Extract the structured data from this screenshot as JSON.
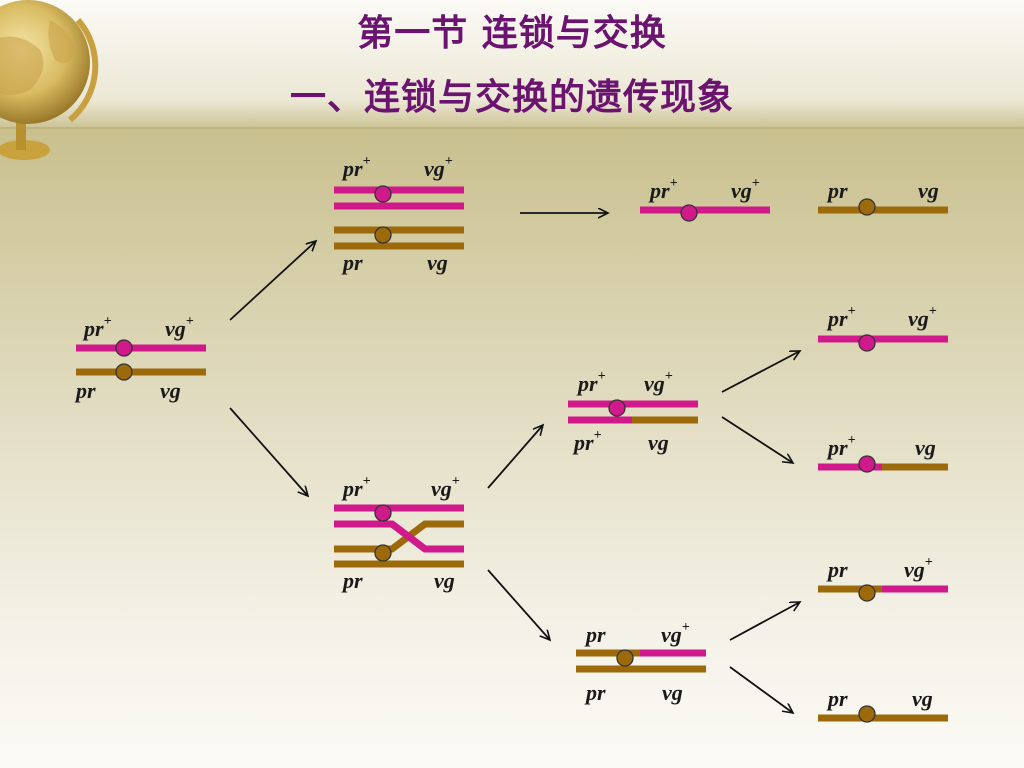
{
  "slide": {
    "title_line1": "第一节    连锁与交换",
    "title_line2": "一、连锁与交换的遗传现象"
  },
  "colors": {
    "magenta": "#d01a8c",
    "brown": "#9c6a0a",
    "title": "#6a1470",
    "background_top": "#c9c08e",
    "background_bottom": "#fbfaf5"
  },
  "icons": [
    "globe-icon"
  ],
  "labels": {
    "pr_plus": {
      "base": "pr",
      "sup": "+"
    },
    "vg_plus": {
      "base": "vg",
      "sup": "+"
    },
    "pr": {
      "base": "pr",
      "sup": ""
    },
    "vg": {
      "base": "vg",
      "sup": ""
    }
  }
}
